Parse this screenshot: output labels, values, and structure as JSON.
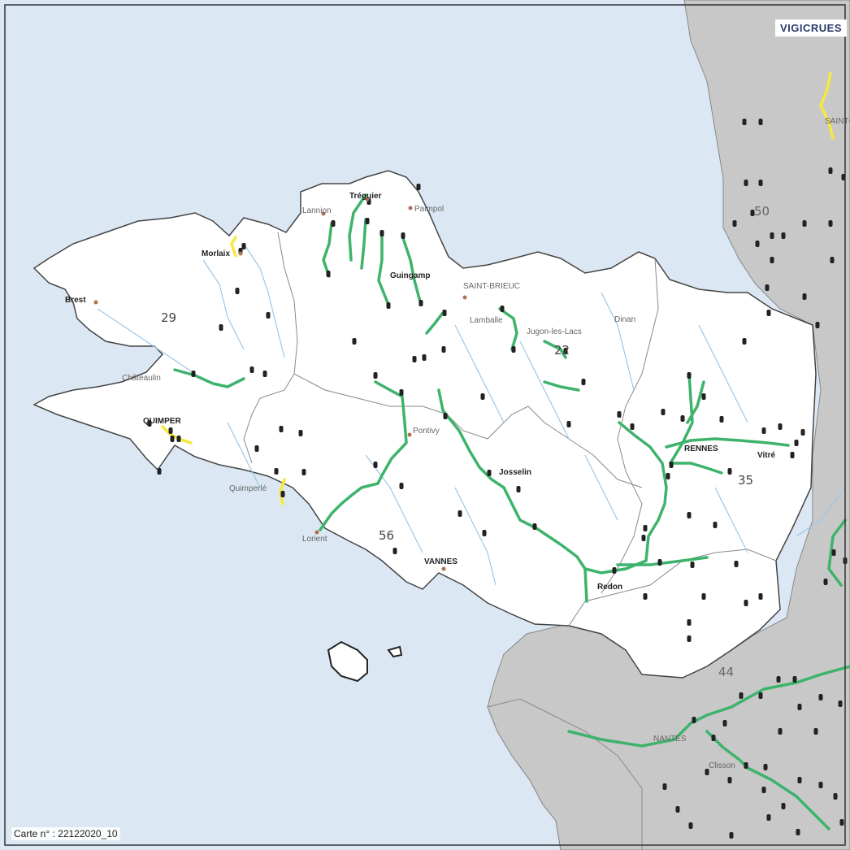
{
  "logo": "VIGICRUES",
  "map_id": "Carte n° : 22122020_10",
  "colors": {
    "sea": "#dbe8f3",
    "land_inside": "#ffffff",
    "land_outside": "#c8c8c8",
    "vigilance_green": "#3db36b",
    "vigilance_yellow": "#f4e93c",
    "rivers": "#9cc7e8"
  },
  "cities": [
    {
      "name": "Tréguier",
      "style": "bold"
    },
    {
      "name": "Lannion",
      "style": "grey"
    },
    {
      "name": "Paimpol",
      "style": "grey"
    },
    {
      "name": "Morlaix",
      "style": "bold"
    },
    {
      "name": "Brest",
      "style": "bold"
    },
    {
      "name": "Guingamp",
      "style": "bold"
    },
    {
      "name": "SAINT-BRIEUC",
      "style": "grey"
    },
    {
      "name": "Lamballe",
      "style": "grey"
    },
    {
      "name": "Jugon-les-Lacs",
      "style": "grey"
    },
    {
      "name": "Dinan",
      "style": "grey"
    },
    {
      "name": "Châteaulin",
      "style": "grey"
    },
    {
      "name": "QUIMPER",
      "style": "bold"
    },
    {
      "name": "Pontivy",
      "style": "grey"
    },
    {
      "name": "RENNES",
      "style": "bold"
    },
    {
      "name": "Vitré",
      "style": "bold"
    },
    {
      "name": "Josselin",
      "style": "bold"
    },
    {
      "name": "Quimperlé",
      "style": "grey"
    },
    {
      "name": "Lorient",
      "style": "grey"
    },
    {
      "name": "VANNES",
      "style": "bold"
    },
    {
      "name": "Redon",
      "style": "bold"
    },
    {
      "name": "NANTES",
      "style": "grey"
    },
    {
      "name": "Clisson",
      "style": "grey"
    },
    {
      "name": "SAINT-",
      "style": "grey"
    }
  ],
  "departments": [
    "29",
    "22",
    "56",
    "35",
    "50",
    "44"
  ]
}
